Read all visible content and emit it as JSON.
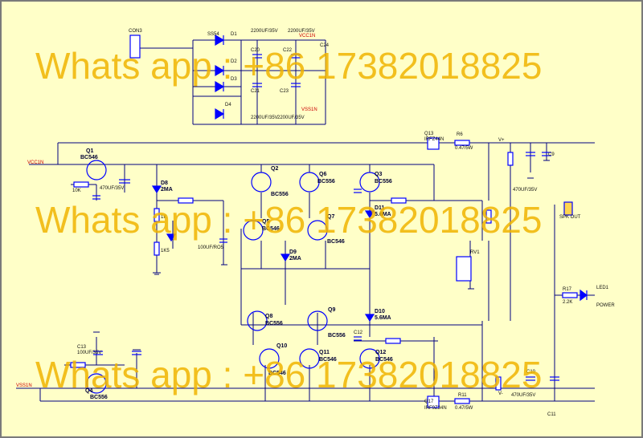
{
  "colors": {
    "background": "#ffffc8",
    "wire": "#00007f",
    "component": "#0000ff",
    "label": "#000000",
    "net_label": "#cc0000",
    "watermark": "#f0b400"
  },
  "watermark_text": "Whats app : +86 17382018825",
  "components": {
    "con1": "CON3",
    "d1": "D1",
    "d2": "D2",
    "d3": "D3",
    "d4": "D4",
    "sss4": "SS54",
    "c20": "C20",
    "c21": "C21",
    "c22": "C22",
    "c23": "C23",
    "c24": "C24",
    "cap_top": "2200UF/35V",
    "cap_bottom": "2200UF/35V",
    "vcc1n_top": "VCC1N",
    "vss1n_top": "VSS1N",
    "q1": "Q1",
    "q1_type": "BC546",
    "q2": "Q2",
    "q2_type": "BC556",
    "q3": "Q3",
    "q3_type": "BC556",
    "q4": "Q4",
    "q4_type": "BC556",
    "q5": "Q5",
    "q5_type": "BC546",
    "q6": "Q6",
    "q6_type": "BC556",
    "q7": "Q7",
    "q7_type": "BC546",
    "q8": "Q8",
    "q8_type": "BC556",
    "q9": "Q9",
    "q9_type": "BC556",
    "q10": "Q10",
    "q10_type": "BC546",
    "q11": "Q11",
    "q11_type": "BC546",
    "q12": "Q12",
    "q12_type": "BC546",
    "q4b": "Q4",
    "q4b_type": "BC556",
    "d8": "D8",
    "d8_val": "2MA",
    "d9": "D9",
    "d9_val": "2MA",
    "d10": "D10",
    "d10_val": "5.6MA",
    "d11": "D11",
    "d11_val": "5.6MA",
    "vcc1n": "VCC1N",
    "vss1n": "VSS1N",
    "r1_val": "10K",
    "r2_val": "1K",
    "r4_val": "1K5",
    "c_470": "470UF/35V",
    "c_100": "100UF/RO5",
    "q13": "Q13",
    "q13_type": "IRFZ44N",
    "q17": "Q17",
    "q17_type": "IRF9Z34N",
    "r6": "R6",
    "r6_val": "0.47/5W",
    "r11": "R11",
    "r11_val": "0.47/5W",
    "vplus": "V+",
    "vminus": "V-",
    "rv1": "RV1",
    "c8_val": "470UF/35V",
    "c9": "C9",
    "c11": "C11",
    "c_bot": "470UF/35V",
    "spk": "SPK OUT",
    "r17": "R17",
    "r17_val": "2.2K",
    "led1": "LED1",
    "power": "POWER",
    "c10": "C10",
    "c12": "C12",
    "c13": "C13",
    "c13_val": "100UF/35V"
  }
}
